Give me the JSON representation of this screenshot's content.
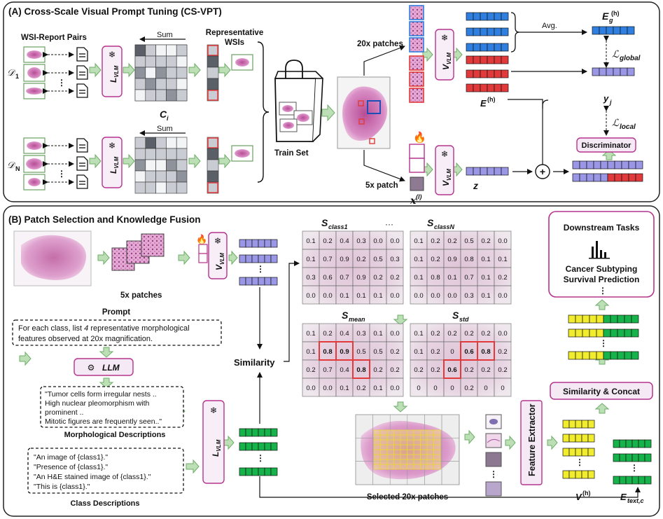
{
  "panel_a": {
    "title": "(A) Cross-Scale Visual Prompt Tuning (CS-VPT)",
    "wsi_report_pairs": "WSI-Report Pairs",
    "d1": "𝒟",
    "d1_sub": "1",
    "dn": "𝒟",
    "dn_sub": "N",
    "dots": "⋮",
    "sum": "Sum",
    "ci": "C",
    "ci_sub": "i",
    "representative": "Representative",
    "wsis": "WSIs",
    "train_set": "Train Set",
    "patches_20x": "20x patches",
    "patch_5x": "5x patch",
    "x_l": "x",
    "x_l_sup": "(l)",
    "vlm": "V",
    "vlm_sub": "VLM",
    "lvlm": "L",
    "lvlm_sub": "VLM",
    "avg": "Avg.",
    "eg": "E",
    "eg_sub": "g",
    "eg_sup": "(h)",
    "eh": "E",
    "eh_sup": "(h)",
    "l_global": "ℒ",
    "l_global_sub": "global",
    "l_local": "ℒ",
    "l_local_sub": "local",
    "yj": "y",
    "yj_sub": "j",
    "z": "z",
    "discriminator": "Discriminator"
  },
  "panel_b": {
    "title": "(B) Patch Selection and Knowledge Fusion",
    "patches_5x": "5x patches",
    "prompt_label": "Prompt",
    "prompt_text_1": "For each class, list ",
    "prompt_text_num": "4",
    "prompt_text_2": " representative morphological",
    "prompt_text_3": "features observed at 20x magnification.",
    "llm": "LLM",
    "morph_lines": [
      "\"Tumor cells form irregular nests ..",
      "High nuclear pleomorphism with",
      "prominent ..",
      "Mitotic figures are frequently seen..\""
    ],
    "morph_label": "Morphological Descriptions",
    "class_lines": [
      "\"An image of {class1}.\"",
      "\"Presence of {class1}.\"",
      "\"An H&E stained image of {class1}.\"",
      "\"This is {class1}.\""
    ],
    "class_label": "Class Descriptions",
    "similarity": "Similarity",
    "s_class1": "S",
    "s_class1_sub": "class1",
    "s_classN": "S",
    "s_classN_sub": "classN",
    "s_mean": "S",
    "s_mean_sub": "mean",
    "s_std": "S",
    "s_std_sub": "std",
    "hdots": "···",
    "selected": "Selected 20x patches",
    "feature_extractor": "Feature Extractor",
    "downstream": "Downstream Tasks",
    "cancer_subtyping": "Cancer Subtyping",
    "survival": "Survival Prediction",
    "sim_concat": "Similarity & Concat",
    "vh": "V",
    "vh_sup": "(h)",
    "etext": "E",
    "etext_sub": "text,c",
    "dots": "⋮",
    "grids": {
      "class1": [
        [
          "0.1",
          "0.2",
          "0.4",
          "0.3",
          "0.0",
          "0.0"
        ],
        [
          "0.1",
          "0.7",
          "0.9",
          "0.2",
          "0.5",
          "0.3"
        ],
        [
          "0.3",
          "0.6",
          "0.7",
          "0.9",
          "0.2",
          "0.2"
        ],
        [
          "0.0",
          "0.0",
          "0.1",
          "0.1",
          "0.1",
          "0.0"
        ]
      ],
      "classN": [
        [
          "0.1",
          "0.2",
          "0.2",
          "0.5",
          "0.2",
          "0.0"
        ],
        [
          "0.1",
          "0.2",
          "0.9",
          "0.8",
          "0.1",
          "0.1"
        ],
        [
          "0.1",
          "0.8",
          "0.1",
          "0.7",
          "0.1",
          "0.2"
        ],
        [
          "0.0",
          "0.0",
          "0.0",
          "0.3",
          "0.1",
          "0.0"
        ]
      ],
      "mean": [
        [
          "0.1",
          "0.2",
          "0.4",
          "0.3",
          "0.1",
          "0.0"
        ],
        [
          "0.1",
          "0.8",
          "0.9",
          "0.5",
          "0.5",
          "0.2"
        ],
        [
          "0.2",
          "0.7",
          "0.4",
          "0.8",
          "0.2",
          "0.2"
        ],
        [
          "0.0",
          "0.0",
          "0.1",
          "0.2",
          "0.1",
          "0.0"
        ]
      ],
      "std": [
        [
          "0.1",
          "0.2",
          "0.2",
          "0.2",
          "0.2",
          "0.0"
        ],
        [
          "0.1",
          "0.2",
          "0",
          "0.6",
          "0.8",
          "0.2"
        ],
        [
          "0.2",
          "0.2",
          "0.6",
          "0.2",
          "0.2",
          "0.2"
        ],
        [
          "0",
          "0",
          "0",
          "0.2",
          "0",
          "0"
        ]
      ]
    }
  },
  "colors": {
    "blue": "#2f7fe0",
    "red": "#e23a3a",
    "purple": "#9a97e6",
    "green": "#16b34a",
    "yellow": "#f2ec2e",
    "magenta": "#b6338e",
    "arrow_green": "#6fae6a",
    "lightgreen": "#bcdfb6",
    "tissue_pink": "#d77fc0"
  }
}
